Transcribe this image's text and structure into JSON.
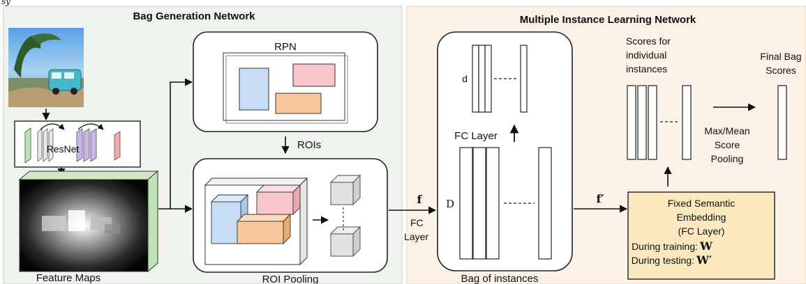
{
  "top_fragment": "sy",
  "bag_generation": {
    "title": "Bag Generation Network",
    "resnet_label": "ResNet",
    "feature_maps_label": "Feature Maps",
    "rpn_label": "RPN",
    "rois_label": "ROIs",
    "roi_pooling_label": "ROI Pooling"
  },
  "mil": {
    "title": "Multiple Instance Learning Network",
    "f_label": "f",
    "d_upper_label": "D",
    "d_lower_label": "d",
    "fc_layer_outer_line1": "FC",
    "fc_layer_outer_line2": "Layer",
    "fc_layer_inner": "FC Layer",
    "bag_of_instances_label": "Bag of instances",
    "f_prime_label": "f′",
    "embedding_line1": "Fixed Semantic",
    "embedding_line2": "Embedding",
    "embedding_line3": "(FC Layer)",
    "embedding_line4_text": "During training:",
    "embedding_line4_sym": "W",
    "embedding_line5_text": "During testing:",
    "embedding_line5_sym": "W′",
    "scores_line1": "Scores for",
    "scores_line2": "individual",
    "scores_line3": "instances",
    "pooling_line1": "Max/Mean",
    "pooling_line2": "Score",
    "pooling_line3": "Pooling",
    "final_line1": "Final Bag",
    "final_line2": "Scores"
  },
  "colors": {
    "left_panel_bg": "#eef3ee",
    "right_panel_bg": "#fbf1e6",
    "roi_blue": "#c7ddf6",
    "roi_pink": "#f6c6cc",
    "roi_orange": "#f8c79a",
    "embedding_fill": "#fbe8bf",
    "feature_green": "#bfe3b4",
    "resnet_purple": "#c9b5e6",
    "resnet_red": "#f1a9a9"
  }
}
